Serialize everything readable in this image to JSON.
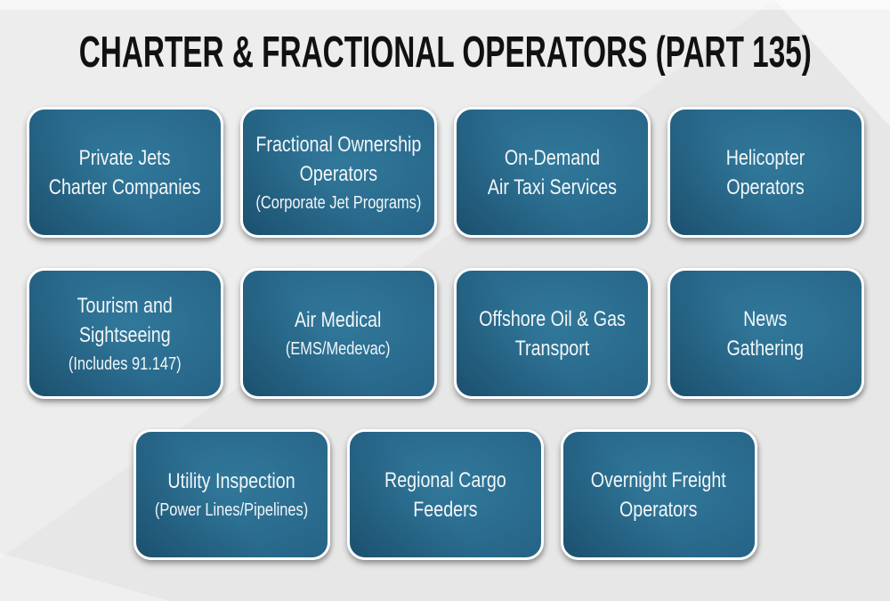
{
  "title": "CHARTER & FRACTIONAL OPERATORS (PART 135)",
  "colors": {
    "background": "#e7e7e7",
    "box_fill_light": "#31789a",
    "box_fill": "#276689",
    "box_fill_dark": "#1d5b7a",
    "box_border": "#ffffff",
    "box_text": "#f2f6f8",
    "title_text": "#111111"
  },
  "rows": [
    {
      "boxes": [
        {
          "lines": [
            "Private Jets",
            "Charter Companies"
          ],
          "subline": ""
        },
        {
          "lines": [
            "Fractional Ownership",
            "Operators"
          ],
          "subline": "(Corporate Jet Programs)"
        },
        {
          "lines": [
            "On-Demand",
            "Air Taxi Services"
          ],
          "subline": ""
        },
        {
          "lines": [
            "Helicopter",
            "Operators"
          ],
          "subline": ""
        }
      ]
    },
    {
      "boxes": [
        {
          "lines": [
            "Tourism and",
            "Sightseeing"
          ],
          "subline": "(Includes 91.147)"
        },
        {
          "lines": [
            "Air Medical"
          ],
          "subline": "(EMS/Medevac)"
        },
        {
          "lines": [
            "Offshore Oil & Gas",
            "Transport"
          ],
          "subline": ""
        },
        {
          "lines": [
            "News",
            "Gathering"
          ],
          "subline": ""
        }
      ]
    },
    {
      "boxes": [
        {
          "lines": [
            "Utility Inspection"
          ],
          "subline": "(Power Lines/Pipelines)"
        },
        {
          "lines": [
            "Regional Cargo",
            "Feeders"
          ],
          "subline": ""
        },
        {
          "lines": [
            "Overnight Freight",
            "Operators"
          ],
          "subline": ""
        }
      ]
    }
  ]
}
